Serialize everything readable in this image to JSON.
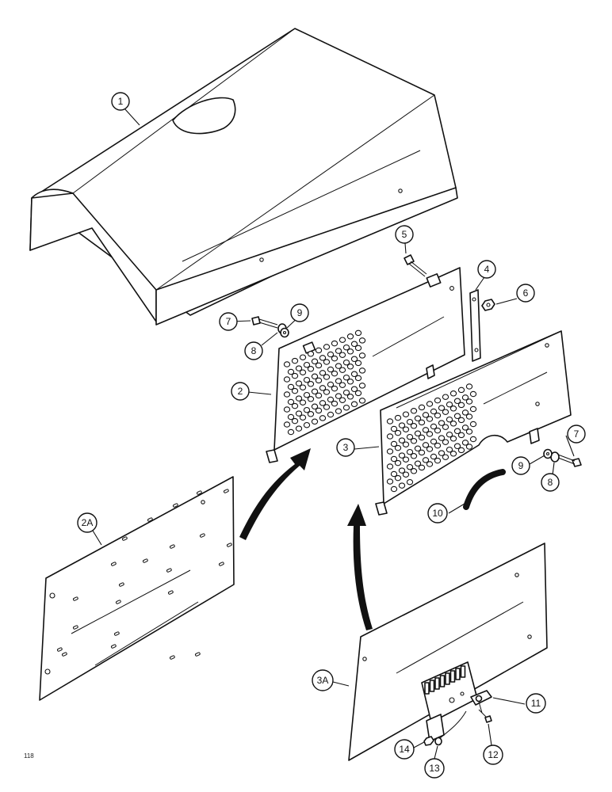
{
  "diagram": {
    "figure_code": "118",
    "callouts": [
      {
        "id": "hood",
        "label": "1"
      },
      {
        "id": "grille-left",
        "label": "2"
      },
      {
        "id": "panel-2a",
        "label": "2A"
      },
      {
        "id": "grille-right",
        "label": "3"
      },
      {
        "id": "panel-3a",
        "label": "3A"
      },
      {
        "id": "strap",
        "label": "4"
      },
      {
        "id": "bolt-top",
        "label": "5"
      },
      {
        "id": "nut-top",
        "label": "6"
      },
      {
        "id": "bolt-left",
        "label": "7"
      },
      {
        "id": "lockwasher-left",
        "label": "8"
      },
      {
        "id": "washer-left",
        "label": "9"
      },
      {
        "id": "bolt-right",
        "label": "7"
      },
      {
        "id": "lockwasher-right",
        "label": "8"
      },
      {
        "id": "washer-right",
        "label": "9"
      },
      {
        "id": "edge-trim",
        "label": "10"
      },
      {
        "id": "latch",
        "label": "11"
      },
      {
        "id": "latch-screw",
        "label": "12"
      },
      {
        "id": "latch-washer",
        "label": "13"
      },
      {
        "id": "latch-nut",
        "label": "14"
      }
    ]
  }
}
